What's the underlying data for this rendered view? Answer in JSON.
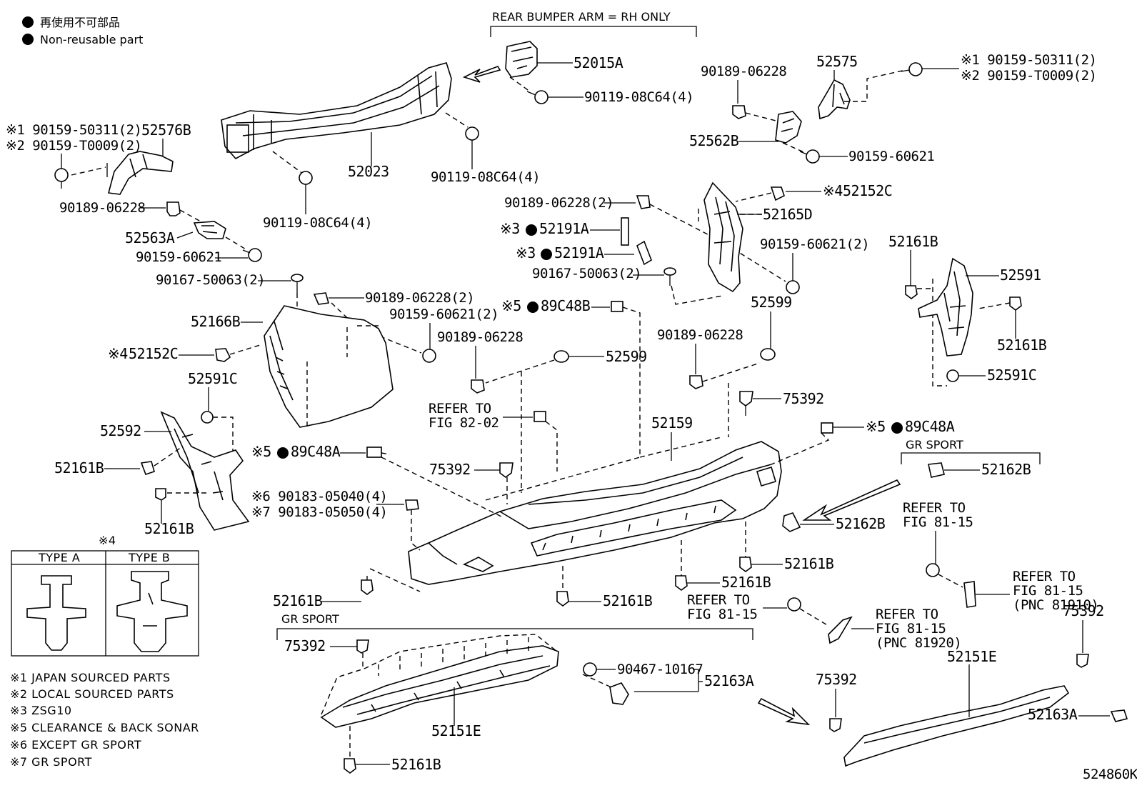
{
  "legend": {
    "jp": "再使用不可部品",
    "en": "Non-reusable part"
  },
  "header": {
    "rear_arm": "REAR BUMPER ARM = RH ONLY"
  },
  "labels": {
    "p52015A": "52015A",
    "p90119_top": "90119-08C64(4)",
    "p52023": "52023",
    "p90119_mid": "90119-08C64(4)",
    "p90119_low": "90119-08C64(4)",
    "p52576B_j": "※1 90159-50311(2)",
    "p52576B_l": "※2 90159-T0009(2)",
    "p52576B": "52576B",
    "p90189_l": "90189-06228",
    "p52563A": "52563A",
    "p90159_l": "90159-60621",
    "p90167_l": "90167-50063(2)",
    "p90189_l2": "90189-06228(2)",
    "p90159_l2": "90159-60621(2)",
    "p52166B": "52166B",
    "p52152C_l": "52152C",
    "p52152C_l_mark": "※4",
    "p52591C_l": "52591C",
    "p52592": "52592",
    "p52161B_a": "52161B",
    "p52161B_b": "52161B",
    "p90189_top": "90189-06228",
    "p52575": "52575",
    "p52575_j": "※1 90159-50311(2)",
    "p52575_l": "※2 90159-T0009(2)",
    "p52562B": "52562B",
    "p90159_r": "90159-60621",
    "p90189_r2": "90189-06228(2)",
    "p52152C_r": "52152C",
    "p52152C_r_mark": "※4",
    "p52165D": "52165D",
    "p52191A_1": "52191A",
    "p52191A_1_mark": "※3",
    "p52191A_2": "52191A",
    "p52191A_2_mark": "※3",
    "p90167_r": "90167-50063(2)",
    "p90159_r2": "90159-60621(2)",
    "p52599_r": "52599",
    "p52161B_r1": "52161B",
    "p52591": "52591",
    "p52161B_r2": "52161B",
    "p52591C_r": "52591C",
    "p89C48B": "89C48B",
    "p89C48B_mark": "※5",
    "p52599_c": "52599",
    "p90189_c": "90189-06228",
    "p90189_c2": "90189-06228",
    "refer_82_1": "REFER TO",
    "refer_82_2": "FIG 82-02",
    "p75392_c": "75392",
    "p52159": "52159",
    "p89C48A_r": "89C48A",
    "p89C48A_r_mark": "※5",
    "gr_sport_r": "GR SPORT",
    "p52162B_a": "52162B",
    "p52162B_b": "52162B",
    "p89C48A_l": "89C48A",
    "p89C48A_l_mark": "※5",
    "p75392_l": "75392",
    "p90183_6": "※6 90183-05040(4)",
    "p90183_7": "※7 90183-05050(4)",
    "p52161B_c1": "52161B",
    "p52161B_c2": "52161B",
    "p52161B_c3": "52161B",
    "p52161B_c4": "52161B",
    "refer_8115_a1": "REFER TO",
    "refer_8115_a2": "FIG 81-15",
    "refer_8115_b1": "REFER TO",
    "refer_8115_b2": "FIG 81-15",
    "refer_8115_b3": "(PNC 81920)",
    "refer_8115_c1": "REFER TO",
    "refer_8115_c2": "FIG 81-15",
    "refer_8115_c3": "(PNC 81910)",
    "refer_8115_d1": "REFER TO",
    "refer_8115_d2": "FIG 81-15",
    "p75392_rr": "75392",
    "gr_sport_b": "GR SPORT",
    "p75392_b": "75392",
    "p90467": "90467-10167",
    "p52163A_b": "52163A",
    "p52151E_b": "52151E",
    "p52161B_bot": "52161B",
    "p75392_br": "75392",
    "p52151E_r": "52151E",
    "p52163A_r": "52163A",
    "ref_no": "524860K"
  },
  "clip_types": {
    "mark": "※4",
    "type_a": "TYPE A",
    "type_b": "TYPE B"
  },
  "notes": [
    "※1 JAPAN SOURCED PARTS",
    "※2 LOCAL SOURCED PARTS",
    "※3 ZSG10",
    "※5 CLEARANCE & BACK SONAR",
    "※6 EXCEPT GR SPORT",
    "※7 GR SPORT"
  ]
}
